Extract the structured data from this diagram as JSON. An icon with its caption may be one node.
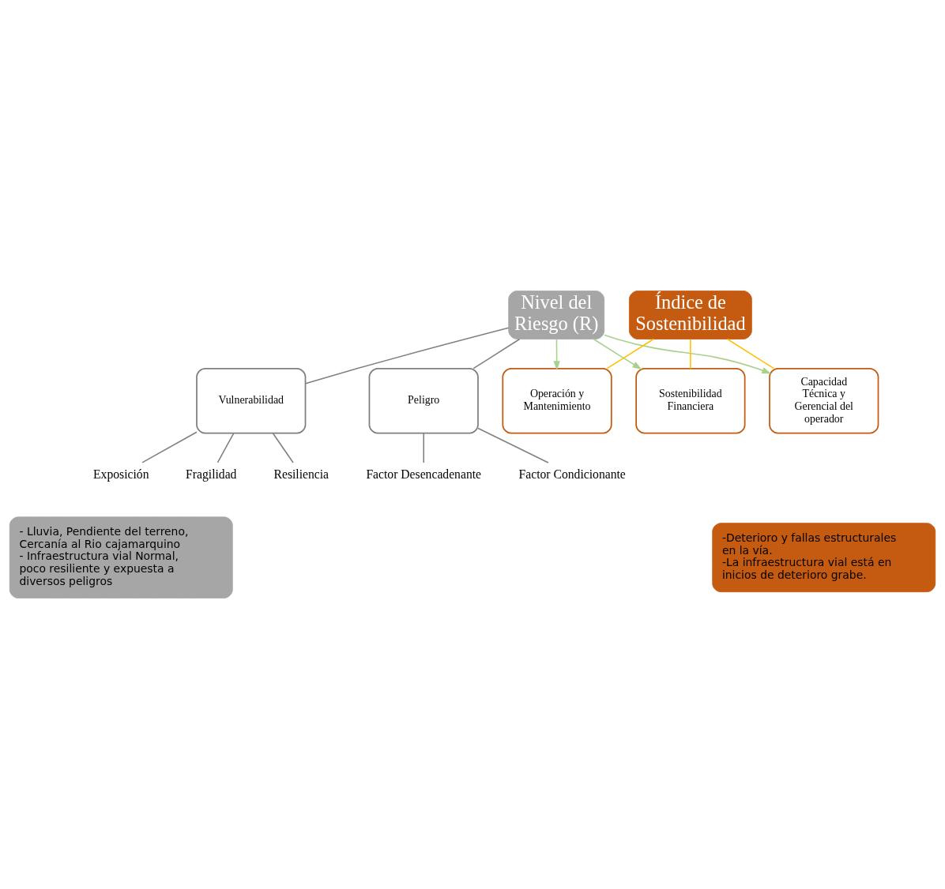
{
  "diagram": {
    "nodes": [
      {
        "text": [
          "Nivel del Riesgo (R)"
        ]
      },
      {
        "text": [
          "Índice de Sostenibilidad"
        ]
      },
      {
        "text": [
          "Peligro"
        ]
      },
      {
        "text": [
          "Factor Condicionante"
        ]
      },
      {
        "text": [
          "Factor Desencadenante"
        ]
      },
      {
        "text": [
          "Vulnerabilidad"
        ]
      },
      {
        "text": [
          "Fragilidad"
        ]
      },
      {
        "text": [
          "Resiliencia"
        ]
      },
      {
        "text": [
          "Exposición"
        ]
      },
      {
        "text": [
          "Operación y Mantenimiento"
        ]
      },
      {
        "text": [
          "Sostenibilidad Financiera"
        ]
      },
      {
        "text": [
          "Capacidad Técnica y Gerencial del operador"
        ]
      },
      {
        "text": [
          "- Lluvia, Pendiente del terreno, Cercanía al Rio cajamarquino",
          "- Infraestructura vial Normal, poco resiliente y expuesta a diversos peligros"
        ]
      },
      {
        "text": [
          "-Deterioro y fallas estructurales en la vía.",
          "-La infraestructura vial está en inicios de deterioro grabe."
        ]
      }
    ],
    "edges": [
      {
        "from": 0,
        "to": 2,
        "arrow": "none"
      },
      {
        "from": 0,
        "to": 5,
        "arrow": "none"
      },
      {
        "from": 2,
        "to": 3,
        "arrow": "none"
      },
      {
        "from": 2,
        "to": 4,
        "arrow": "none"
      },
      {
        "from": 5,
        "to": 6,
        "arrow": "none"
      },
      {
        "from": 5,
        "to": 7,
        "arrow": "none"
      },
      {
        "from": 5,
        "to": 8,
        "arrow": "none"
      },
      {
        "from": 1,
        "to": 9,
        "arrow": "none",
        "color": "#ffc000"
      },
      {
        "from": 1,
        "to": 10,
        "arrow": "none",
        "color": "#ffc000"
      },
      {
        "from": 1,
        "to": 11,
        "arrow": "none",
        "color": "#ffc000"
      },
      {
        "from": 0,
        "to": 9,
        "arrow": "to",
        "color": "#a9d18e"
      },
      {
        "from": 0,
        "to": 10,
        "arrow": "to",
        "color": "#a9d18e"
      },
      {
        "from": 0,
        "to": 11,
        "arrow": "to",
        "color": "#a9d18e"
      }
    ]
  }
}
